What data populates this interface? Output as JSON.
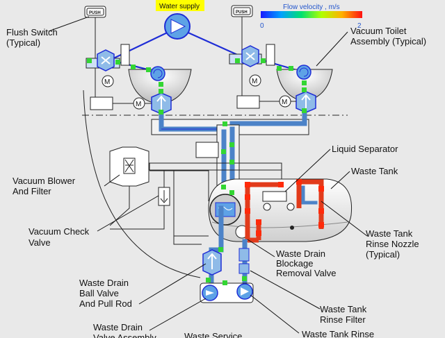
{
  "water_supply_label": "Water supply",
  "legend": {
    "title": "Flow velocity , m/s",
    "min": "0",
    "max": "2"
  },
  "push_label": "PUSH",
  "labels": {
    "flush_switch": [
      "Flush Switch",
      "(Typical)"
    ],
    "vacuum_toilet": [
      "Vacuum Toilet",
      "Assembly (Typical)"
    ],
    "liquid_separator": "Liquid Separator",
    "waste_tank": "Waste Tank",
    "vacuum_blower": [
      "Vacuum Blower",
      "And Filter"
    ],
    "vacuum_check": [
      "Vacuum Check",
      "Valve"
    ],
    "rinse_nozzle": [
      "Waste Tank",
      "Rinse Nozzle",
      "(Typical)"
    ],
    "drain_blockage": [
      "Waste Drain",
      "Blockage",
      "Removal Valve"
    ],
    "drain_ball": [
      "Waste Drain",
      "Ball Valve",
      "And Pull Rod"
    ],
    "rinse_filter": [
      "Waste Tank",
      "Rinse Filter"
    ],
    "drain_valve_assembly": [
      "Waste Drain",
      "Valve Assembly"
    ],
    "waste_service": "Waste Service",
    "tank_rinse": "Waste Tank Rinse"
  },
  "colors": {
    "flow_low": "#4c83c8",
    "flow_high": "#e23b1b",
    "pipe": "#1f2dd6",
    "node": "#33d633",
    "water_supply_bg": "#ffff00"
  }
}
